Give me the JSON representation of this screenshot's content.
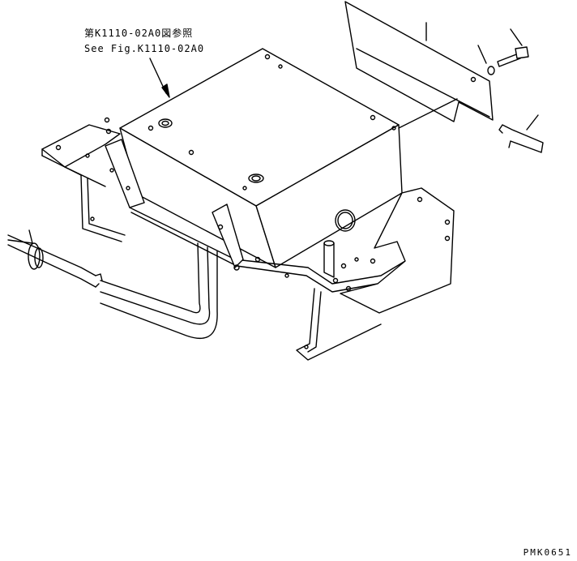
{
  "reference": {
    "japanese": "第K1110-02A0図参照",
    "english": "See Fig.K1110-02A0"
  },
  "drawing_code": "PMK0651"
}
